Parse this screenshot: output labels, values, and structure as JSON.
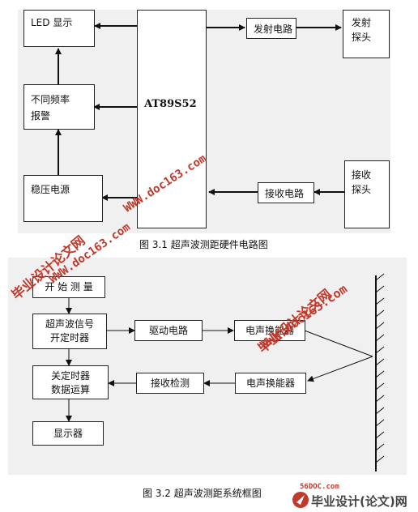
{
  "figure1": {
    "caption": "图 3.1  超声波测距硬件电路图",
    "led": "LED 显示",
    "mcu": "AT89S52",
    "alarm_line1": "不同频率",
    "alarm_line2": "报警",
    "power": "稳压电源",
    "tx_circuit": "发射电路",
    "tx_probe_line1": "发射",
    "tx_probe_line2": "探头",
    "rx_circuit": "接收电路",
    "rx_probe_line1": "接收",
    "rx_probe_line2": "探头"
  },
  "figure2": {
    "caption": "图 3.2  超声波测距系统框图",
    "start": "开 始 测 量",
    "signal_line1": "超声波信号",
    "signal_line2": "开定时器",
    "drive": "驱动电路",
    "transducer_tx": "电声换能器",
    "stop_line1": "关定时器",
    "stop_line2": "数据运算",
    "detect": "接收检测",
    "transducer_rx": "电声换能器",
    "display": "显示器"
  },
  "watermarks": {
    "site_1": "WWW.doc163.com",
    "site_2": "WWW.doc163.com",
    "site_3": "WWW.doc163.com",
    "brand_1": "毕业设计论文网",
    "brand_2": "毕业设计论文网"
  },
  "logo": {
    "domain": "56DOC.com",
    "text": "毕业设计(论文)网"
  }
}
